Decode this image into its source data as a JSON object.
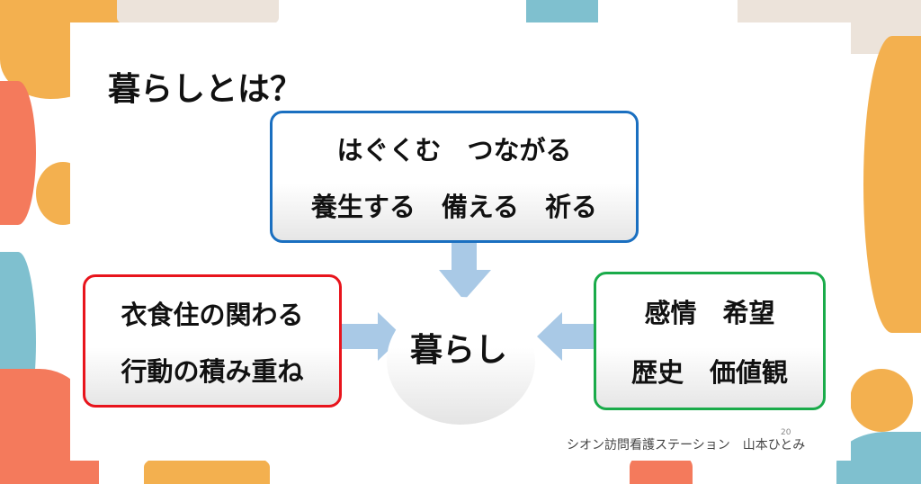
{
  "title": "暮らしとは？",
  "top_box": {
    "lines": [
      "はぐくむ　つながる",
      "養生する　備える　祈る"
    ],
    "color": "#1a6fc0"
  },
  "left_box": {
    "lines": [
      "衣食住の関わる",
      "行動の積み重ね"
    ],
    "color": "#e8141c"
  },
  "right_box": {
    "lines": [
      "感情　希望",
      "歴史　価値観"
    ],
    "color": "#1aab4a"
  },
  "center": "暮らし",
  "footer": "シオン訪問看護ステーション　山本ひとみ",
  "page_number": "20",
  "colors": {
    "arrow": "#a9c9e6",
    "orange": "#f3b04f",
    "coral": "#f47a5c",
    "teal": "#7fc0cf",
    "beige": "#ece3da"
  }
}
